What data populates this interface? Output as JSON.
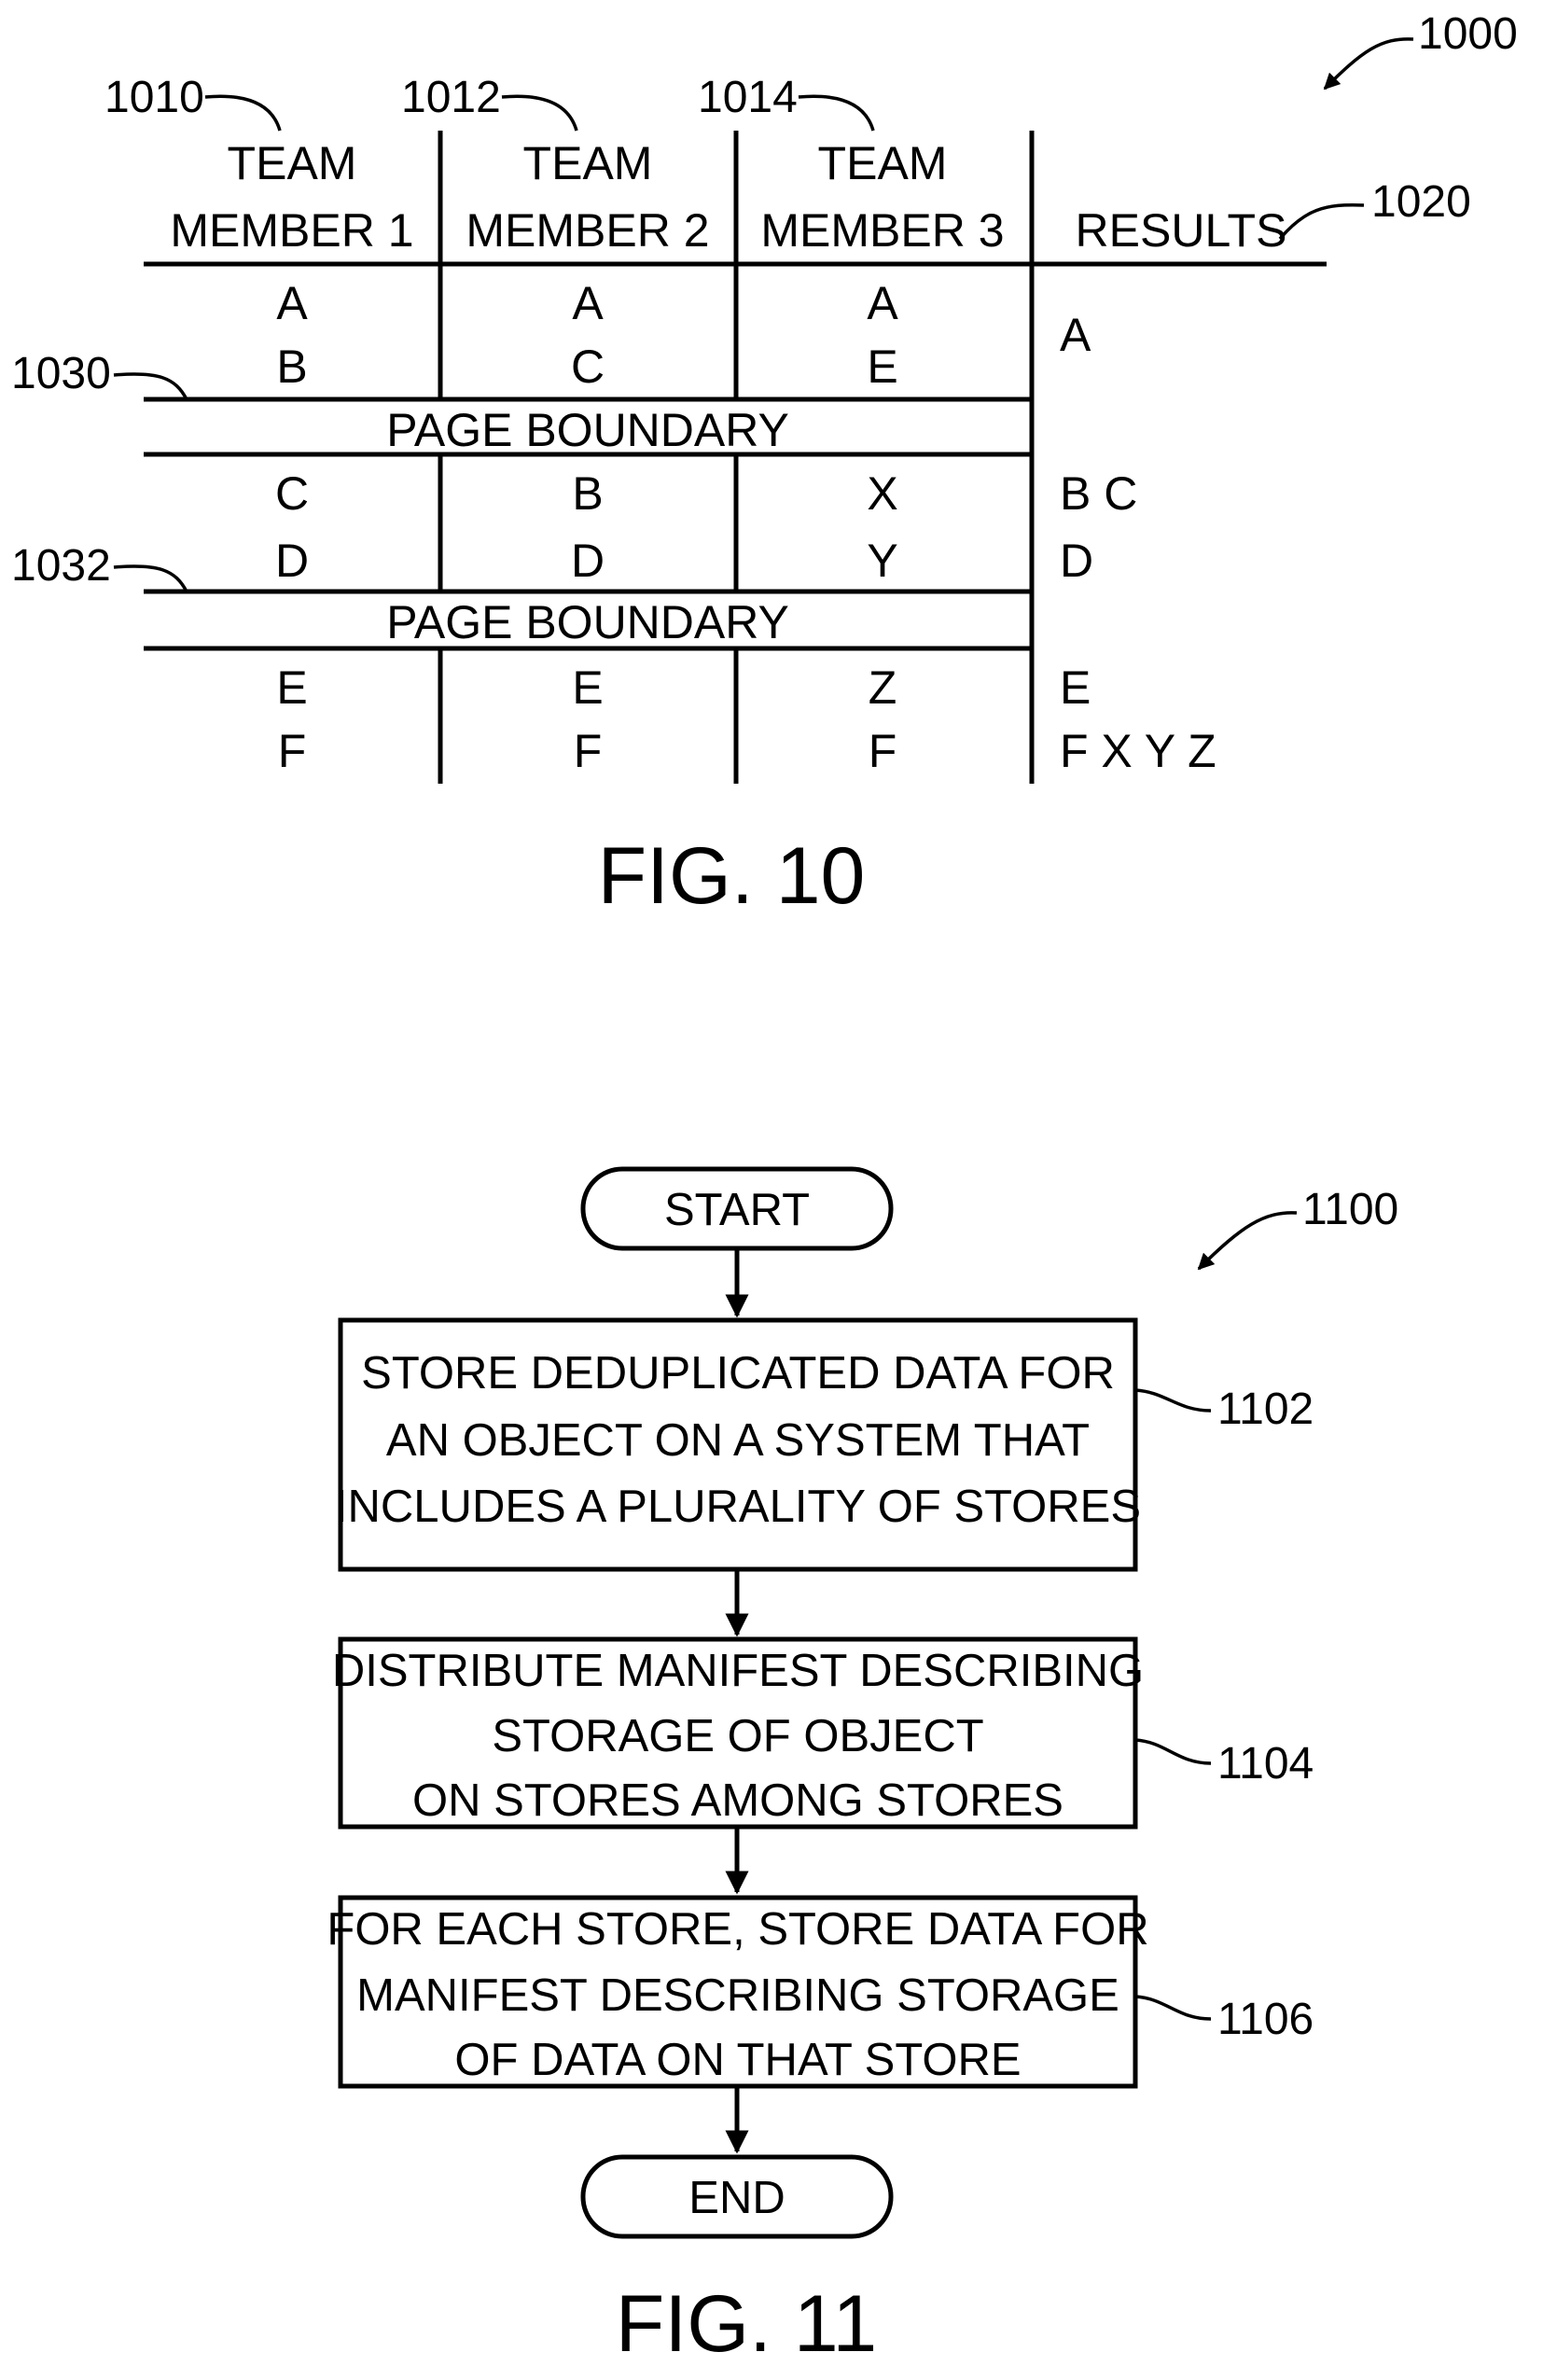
{
  "fig10": {
    "ref_figure": "1000",
    "ref_results": "1020",
    "ref_boundary_1": "1030",
    "ref_boundary_2": "1032",
    "columns": [
      {
        "ref": "1010",
        "line1": "TEAM",
        "line2": "MEMBER 1"
      },
      {
        "ref": "1012",
        "line1": "TEAM",
        "line2": "MEMBER 2"
      },
      {
        "ref": "1014",
        "line1": "TEAM",
        "line2": "MEMBER 3"
      },
      {
        "ref": "",
        "line1": "",
        "line2": "RESULTS"
      }
    ],
    "page_boundary_label": "PAGE BOUNDARY",
    "rows": [
      [
        "A",
        "A",
        "A"
      ],
      [
        "B",
        "C",
        "E"
      ],
      [
        "C",
        "B",
        "X"
      ],
      [
        "D",
        "D",
        "Y"
      ],
      [
        "E",
        "E",
        "Z"
      ],
      [
        "F",
        "F",
        "F"
      ]
    ],
    "results": [
      "A",
      "B C",
      "D",
      "E",
      "F X Y Z"
    ],
    "caption": "FIG. 10"
  },
  "fig11": {
    "ref_figure": "1100",
    "start_label": "START",
    "end_label": "END",
    "steps": [
      {
        "ref": "1102",
        "lines": [
          "STORE DEDUPLICATED DATA FOR",
          "AN OBJECT ON A SYSTEM THAT",
          "INCLUDES A PLURALITY OF STORES"
        ]
      },
      {
        "ref": "1104",
        "lines": [
          "DISTRIBUTE MANIFEST DESCRIBING",
          "STORAGE OF OBJECT",
          "ON STORES AMONG STORES"
        ]
      },
      {
        "ref": "1106",
        "lines": [
          "FOR EACH STORE, STORE DATA FOR",
          "MANIFEST DESCRIBING STORAGE",
          "OF DATA ON THAT STORE"
        ]
      }
    ],
    "caption": "FIG. 11"
  }
}
